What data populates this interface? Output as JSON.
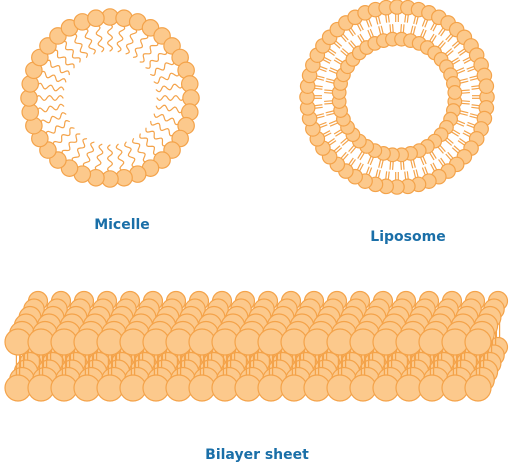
{
  "labels": {
    "micelle": "Micelle",
    "liposome": "Liposome",
    "bilayer": "Bilayer sheet"
  },
  "colors": {
    "head_fill": "#fcc98c",
    "head_stroke": "#f4a34a",
    "tail": "#f4a34a",
    "label": "#1a6fa8",
    "background": "#ffffff"
  },
  "structures": [
    {
      "name": "micelle",
      "heads": 36
    },
    {
      "name": "liposome",
      "outer_heads": 52,
      "inner_heads": 40
    },
    {
      "name": "bilayer-sheet",
      "rows_per_leaflet": 6,
      "heads_per_row": 21
    }
  ]
}
